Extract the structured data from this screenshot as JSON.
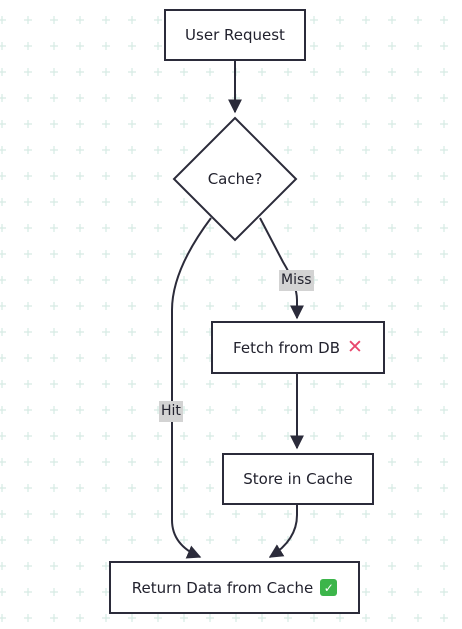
{
  "diagram": {
    "nodes": {
      "user_request": "User Request",
      "cache_decision": "Cache?",
      "fetch_db": "Fetch from DB",
      "store_cache": "Store in Cache",
      "return_data": "Return Data from Cache"
    },
    "edges": {
      "miss_label": "Miss",
      "hit_label": "Hit"
    },
    "icons": {
      "fetch_db": "cross-mark-icon",
      "return_data": "check-mark-icon"
    },
    "colors": {
      "stroke": "#2b2b3a",
      "grid": "#d6ebe4",
      "edge_label_bg": "#d3d3d3",
      "cross": "#e8476c",
      "check": "#3cb54a"
    }
  }
}
